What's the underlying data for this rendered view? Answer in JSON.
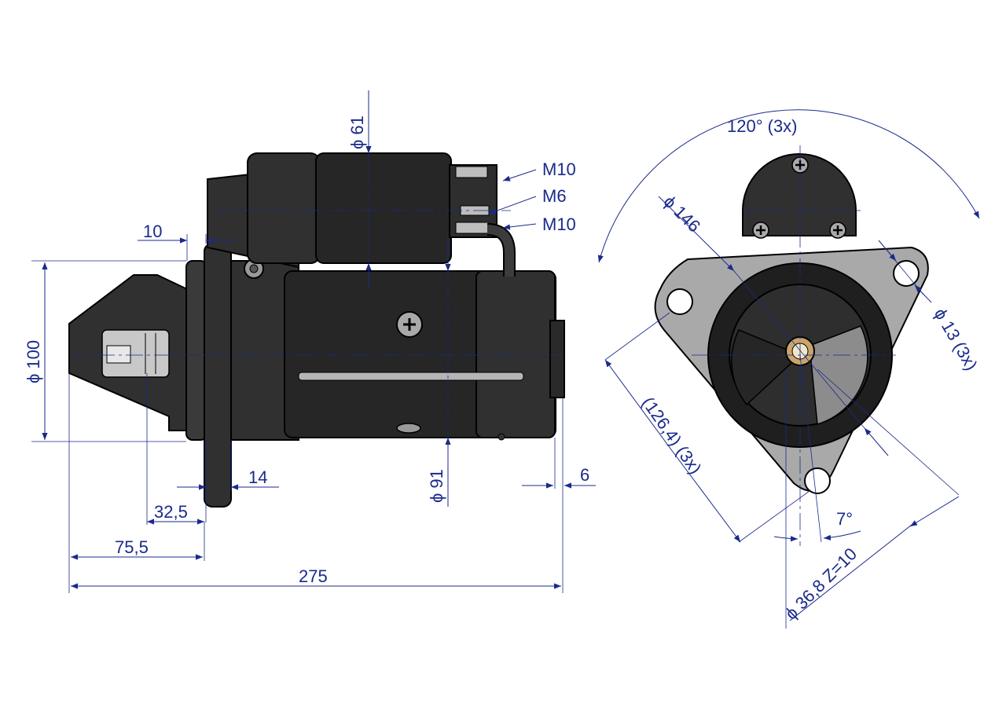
{
  "labels": {
    "phi_61": "ϕ 61",
    "m10_top": "M10",
    "m6": "M6",
    "m10_bottom": "M10",
    "d10": "10",
    "phi_100": "ϕ 100",
    "d14": "14",
    "d32_5": "32,5",
    "d75_5": "75,5",
    "d275": "275",
    "phi_91": "ϕ 91",
    "d6": "6",
    "angle_120": "120°  (3x)",
    "phi_146": "ϕ 146",
    "phi_13": "ϕ 13  (3x)",
    "d126_4": "(126,4)  (3x)",
    "angle_7": "7°",
    "phi_36_8": "ϕ 36,8  Z=10"
  },
  "colors": {
    "dimension": "#1a2a8c",
    "body": "#262626",
    "flange_plate": "#a9a9a9"
  }
}
